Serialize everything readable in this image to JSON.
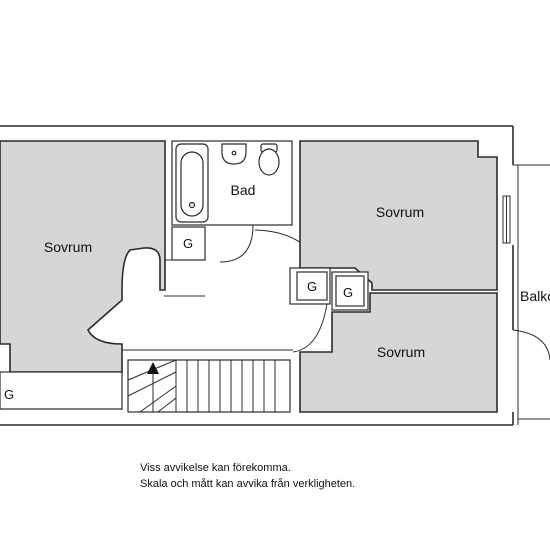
{
  "rooms": {
    "sovrum_left": "Sovrum",
    "sovrum_top_right": "Sovrum",
    "sovrum_bottom_right": "Sovrum",
    "bad": "Bad",
    "balkong": "Balkong"
  },
  "closets": {
    "g_bathroom": "G",
    "g_hall_left": "G",
    "g_hall_right": "G",
    "g_bottom_left": "G"
  },
  "disclaimer": {
    "line1": "Viss avvikelse kan förekomma.",
    "line2": "Skala och mått kan avvika från verkligheten."
  },
  "icons": {
    "stair_direction": "up-arrow-triangle"
  }
}
